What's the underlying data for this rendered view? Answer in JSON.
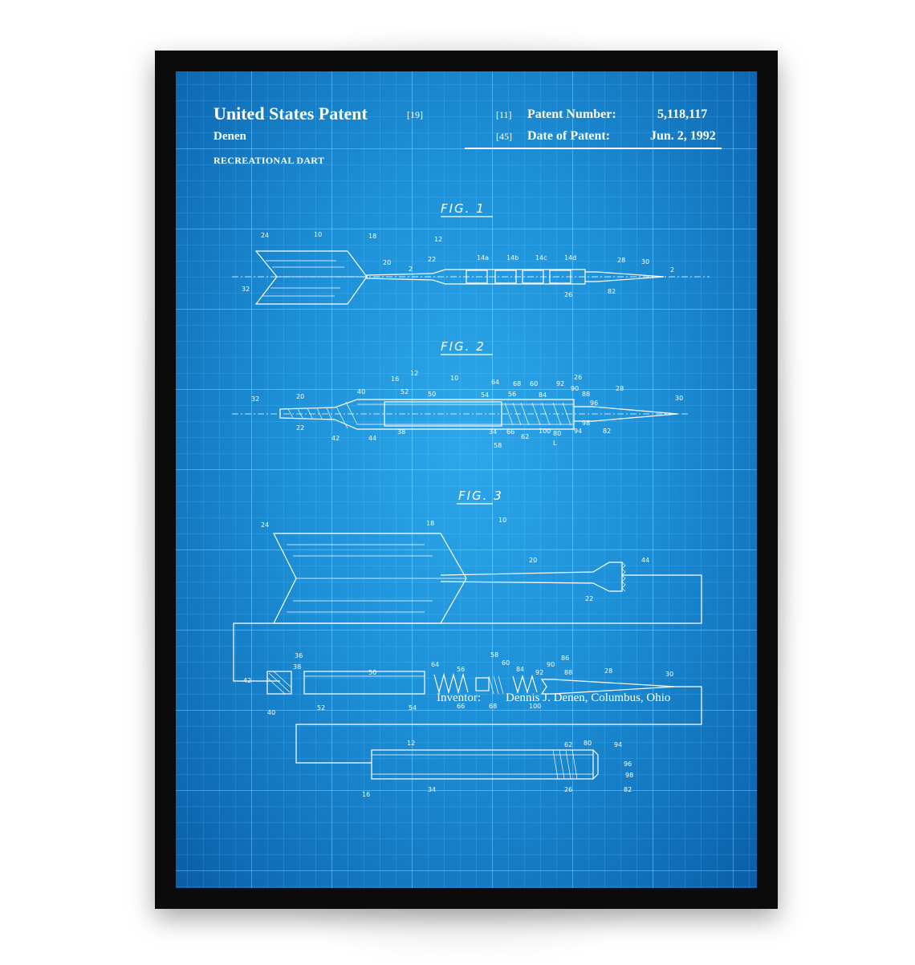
{
  "header": {
    "title": "United States Patent",
    "code_19": "[19]",
    "code_11": "[11]",
    "patent_number_label": "Patent Number:",
    "patent_number": "5,118,117",
    "code_45": "[45]",
    "date_label": "Date of Patent:",
    "date": "Jun. 2, 1992",
    "inventor_surname": "Denen",
    "subject": "RECREATIONAL DART"
  },
  "figures": {
    "fig1": "FIG. 1",
    "fig2": "FIG. 2",
    "fig3": "FIG. 3"
  },
  "references": {
    "fig1": [
      "24",
      "10",
      "18",
      "12",
      "20",
      "22",
      "14a",
      "14b",
      "14c",
      "14d",
      "28",
      "30",
      "2",
      "2",
      "32",
      "26",
      "82"
    ],
    "fig2": [
      "12",
      "10",
      "64",
      "68",
      "60",
      "92",
      "26",
      "16",
      "40",
      "52",
      "50",
      "54",
      "56",
      "84",
      "90",
      "88",
      "28",
      "32",
      "20",
      "96",
      "30",
      "98",
      "22",
      "42",
      "44",
      "38",
      "34",
      "66",
      "62",
      "100",
      "80",
      "94",
      "82",
      "58",
      "L"
    ],
    "fig3": [
      "24",
      "18",
      "10",
      "44",
      "20",
      "22",
      "36",
      "38",
      "42",
      "40",
      "50",
      "52",
      "54",
      "64",
      "56",
      "58",
      "60",
      "66",
      "68",
      "84",
      "92",
      "90",
      "86",
      "88",
      "100",
      "28",
      "30",
      "12",
      "62",
      "80",
      "94",
      "96",
      "98",
      "16",
      "34",
      "26",
      "82"
    ]
  },
  "footer": {
    "inventor_label": "Inventor:",
    "inventor": "Dennis J. Denen, Columbus, Ohio"
  },
  "colors": {
    "frame": "#0b0b0b",
    "blueprint_center": "#2ea7ea",
    "blueprint_edge": "#0b5da4",
    "line": "#ffffff"
  }
}
